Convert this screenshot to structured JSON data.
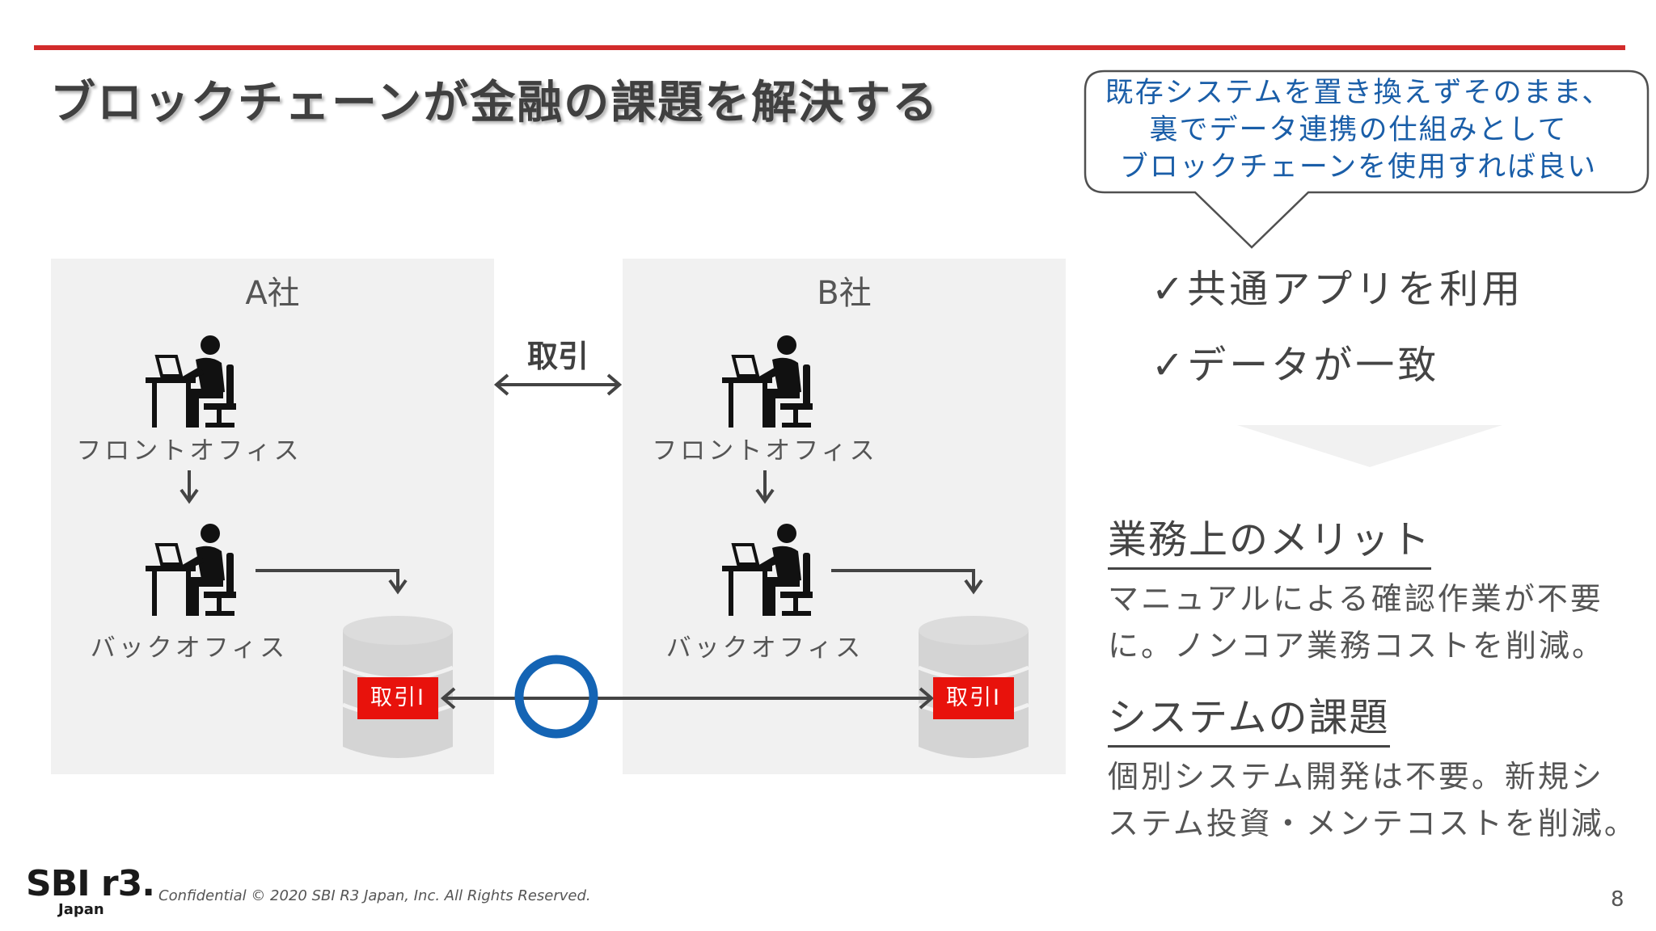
{
  "title": "ブロックチェーンが金融の課題を解決する",
  "companies": {
    "a": {
      "name": "A社",
      "front_office": "フロントオフィス",
      "back_office": "バックオフィス",
      "db_label": "取引I"
    },
    "b": {
      "name": "B社",
      "front_office": "フロントオフィス",
      "back_office": "バックオフィス",
      "db_label": "取引I"
    }
  },
  "deal_label": "取引",
  "callout": {
    "line1": "既存システムを置き換えずそのまま、",
    "line2": "裏でデータ連携の仕組みとして",
    "line3": "ブロックチェーンを使用すれば良い"
  },
  "checks": [
    "✓共通アプリを利用",
    "✓データが一致"
  ],
  "business_merit": {
    "heading": "業務上のメリット",
    "line1": "マニュアルによる確認作業が不要",
    "line2": "に。ノンコア業務コストを削減。"
  },
  "system_issue": {
    "heading": "システムの課題",
    "line1": "個別システム開発は不要。新規シ",
    "line2": "ステム投資・メンテコストを削減。"
  },
  "footer": {
    "logo_main": "SBI r3.",
    "logo_sub": "Japan",
    "confidential": "Confidential  © 2020 SBI R3 Japan, Inc.  All Rights Reserved.",
    "page_number": "8"
  },
  "colors": {
    "accent_red": "#d22b2b",
    "db_label_red": "#e8120c",
    "ring_blue": "#1464b4",
    "callout_text_blue": "#1a5ea8",
    "panel_gray": "#f1f1f1"
  }
}
